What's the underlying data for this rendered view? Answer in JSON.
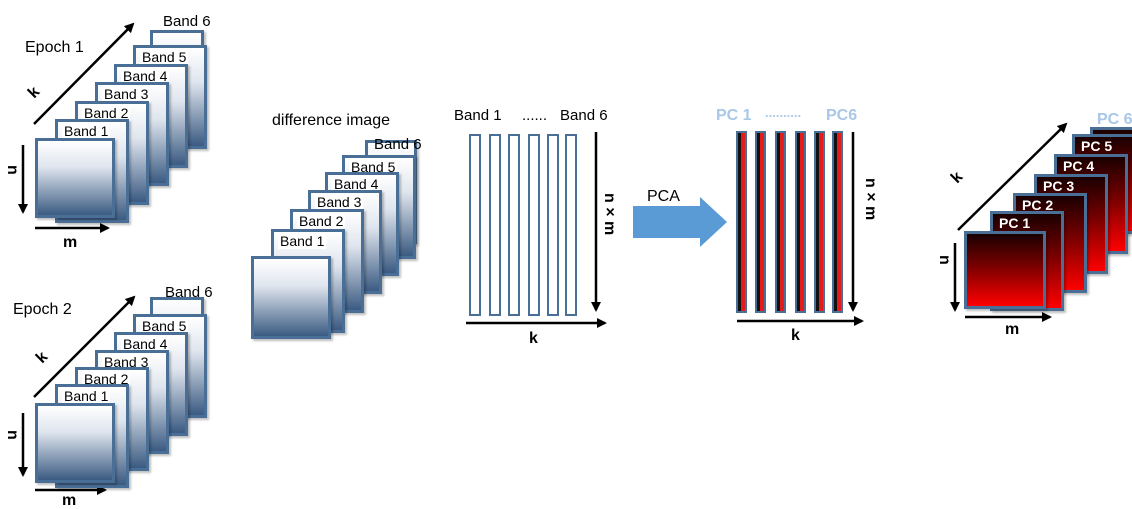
{
  "epoch1": {
    "title": "Epoch 1",
    "bands": [
      "Band 1",
      "Band 2",
      "Band 3",
      "Band 4",
      "Band 5",
      "Band 6"
    ],
    "axis_k": "k",
    "axis_n": "n",
    "axis_m": "m"
  },
  "epoch2": {
    "title": "Epoch 2",
    "bands": [
      "Band 1",
      "Band 2",
      "Band 3",
      "Band 4",
      "Band 5",
      "Band 6"
    ],
    "axis_k": "k",
    "axis_n": "n",
    "axis_m": "m"
  },
  "difference": {
    "title": "difference image",
    "bands": [
      "Band 1",
      "Band 2",
      "Band 3",
      "Band 4",
      "Band 5",
      "Band 6"
    ]
  },
  "matrix": {
    "first_label": "Band 1",
    "dots": "......",
    "last_label": "Band 6",
    "row_label": "n × m",
    "col_label": "k"
  },
  "pca": {
    "label": "PCA"
  },
  "pc_matrix": {
    "first_label": "PC 1",
    "dots": "..........",
    "last_label": "PC6",
    "row_label": "n × m",
    "col_label": "k"
  },
  "pc_stack": {
    "pcs": [
      "PC 1",
      "PC 2",
      "PC 3",
      "PC 4",
      "PC 5"
    ],
    "last_label": "PC 6",
    "axis_k": "k",
    "axis_n": "n",
    "axis_m": "m"
  },
  "colors": {
    "frame": "#4a6f96",
    "arrow": "#5b9bd5",
    "pc_text": "#a9c7e6",
    "pc_fill": "#ff0000"
  }
}
